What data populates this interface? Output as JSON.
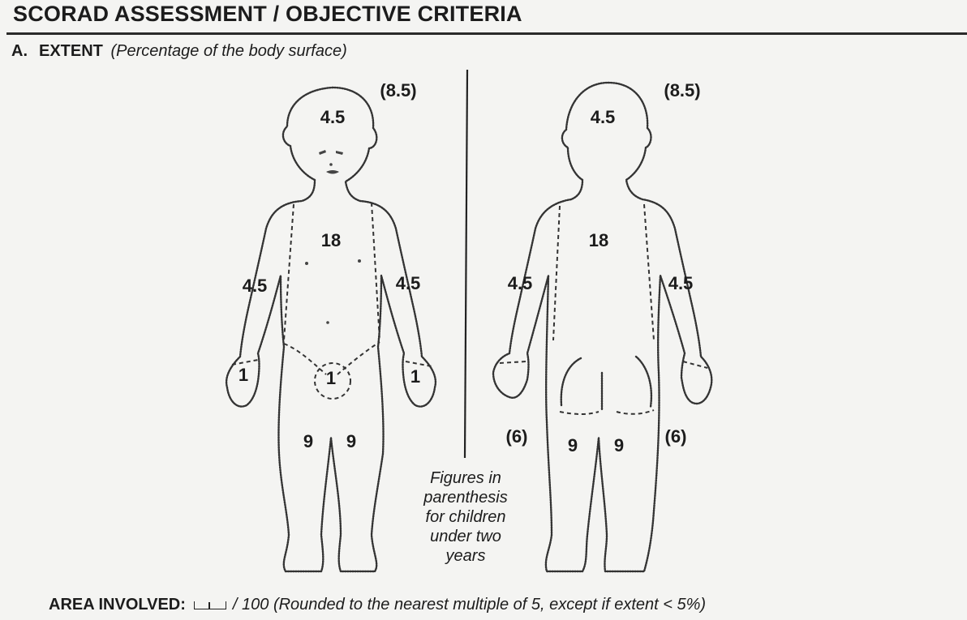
{
  "title": "SCORAD ASSESSMENT / OBJECTIVE CRITERIA",
  "section": {
    "letter": "A.",
    "heading": "EXTENT",
    "subheading": "(Percentage of the body surface)"
  },
  "front": {
    "head": "4.5",
    "head_child": "(8.5)",
    "trunk": "18",
    "arm_right": "4.5",
    "arm_left": "4.5",
    "hand_right": "1",
    "hand_left": "1",
    "genitals": "1",
    "leg_right": "9",
    "leg_left": "9"
  },
  "back": {
    "head": "4.5",
    "head_child": "(8.5)",
    "trunk": "18",
    "arm_left": "4.5",
    "arm_right": "4.5",
    "leg_left": "9",
    "leg_right": "9",
    "leg_left_child": "(6)",
    "leg_right_child": "(6)"
  },
  "note": "Figures in parenthesis for children under two years",
  "footer": {
    "label": "AREA INVOLVED:",
    "suffix": "/ 100 (Rounded to the nearest multiple of 5, except if extent < 5%)"
  },
  "colors": {
    "ink": "#1c1c1c",
    "paper": "#f4f4f2"
  }
}
